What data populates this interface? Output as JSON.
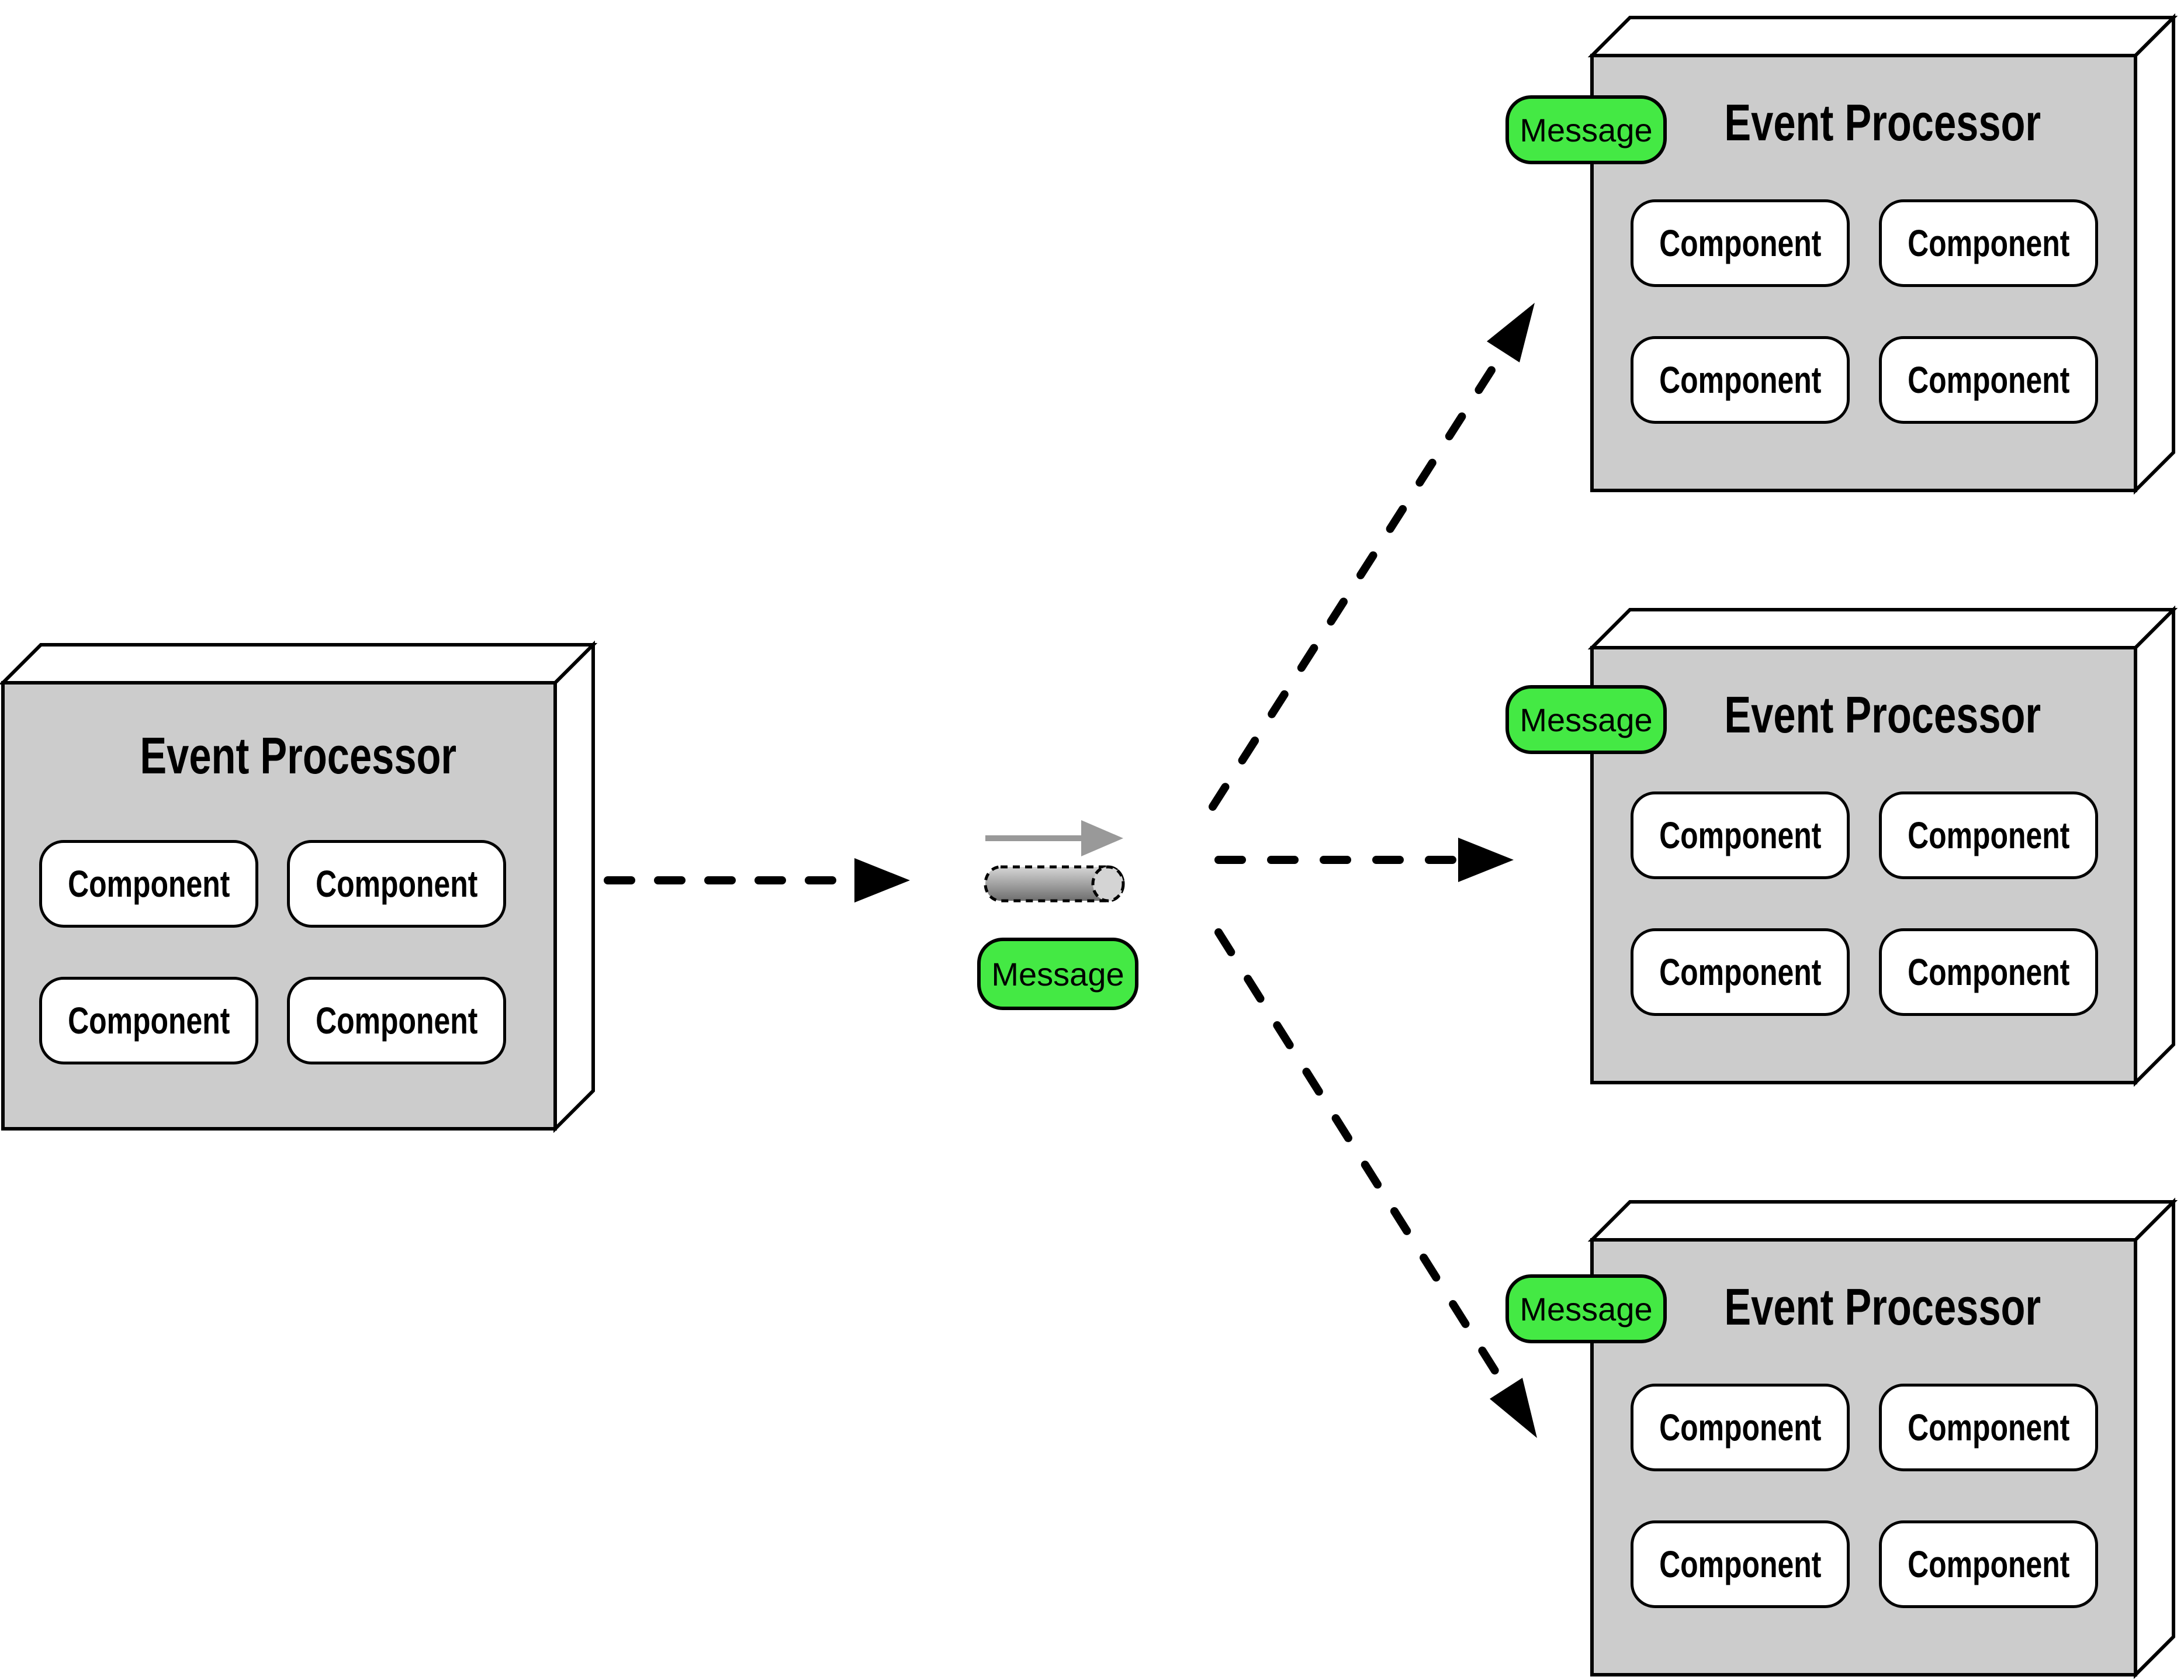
{
  "diagram": {
    "type": "event-driven-architecture",
    "colors": {
      "box_face": "#cccccc",
      "box_side": "#ffffff",
      "outline": "#000000",
      "component_fill": "#ffffff",
      "message_green": "#44e944",
      "flow_gray": "#999999",
      "background": "#ffffff"
    },
    "source_processor": {
      "title": "Event Processor",
      "components": [
        "Component",
        "Component",
        "Component",
        "Component"
      ]
    },
    "channel": {
      "message_label": "Message",
      "cylinder": "message-channel-cylinder",
      "flow_arrow": "gray-flow-arrow"
    },
    "consumers": [
      {
        "badge": "Message",
        "title": "Event Processor",
        "components": [
          "Component",
          "Component",
          "Component",
          "Component"
        ]
      },
      {
        "badge": "Message",
        "title": "Event Processor",
        "components": [
          "Component",
          "Component",
          "Component",
          "Component"
        ]
      },
      {
        "badge": "Message",
        "title": "Event Processor",
        "components": [
          "Component",
          "Component",
          "Component",
          "Component"
        ]
      }
    ]
  }
}
